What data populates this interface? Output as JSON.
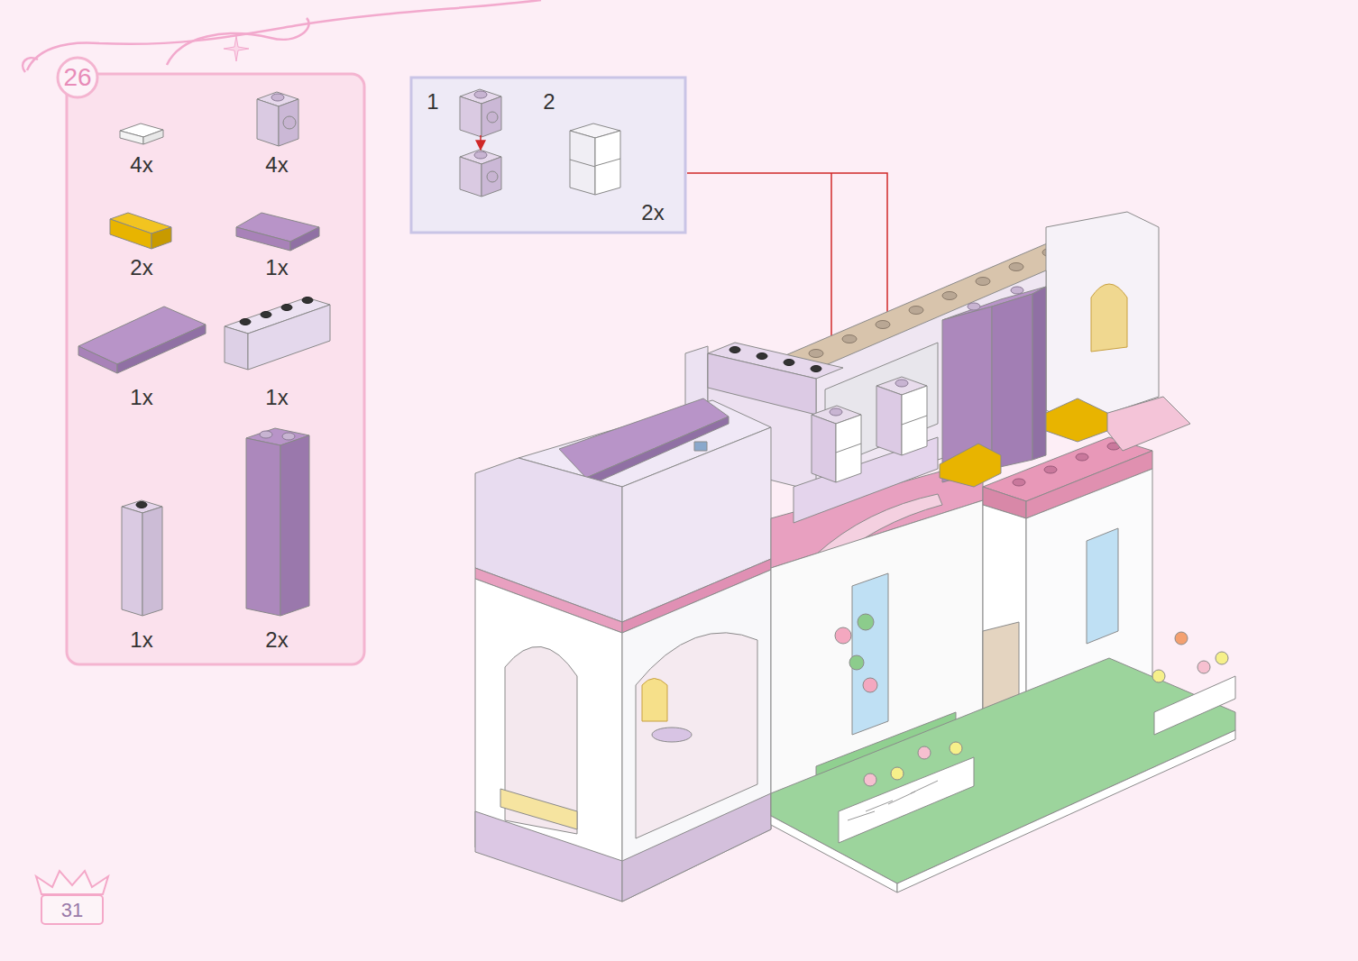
{
  "diagram": {
    "labels": [
      "26",
      "4x",
      "4x",
      "2x",
      "1x",
      "1x",
      "1x",
      "1x",
      "2x",
      "1",
      "2",
      "2x",
      "31"
    ]
  }
}
